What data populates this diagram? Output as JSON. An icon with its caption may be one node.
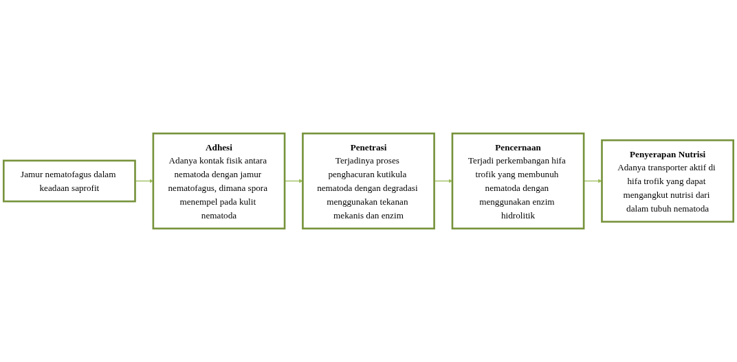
{
  "diagram": {
    "nodes": [
      {
        "text": [
          "Jamur nematofagus dalam keadaan saprofit"
        ]
      },
      {
        "text": [
          "Adhesi",
          "Adanya kontak fisik antara nematoda dengan jamur nematofagus, dimana spora menempel pada kulit nematoda"
        ]
      },
      {
        "text": [
          "Penetrasi",
          "Terjadinya proses penghacuran kutikula nematoda dengan degradasi menggunakan tekanan mekanis dan enzim"
        ]
      },
      {
        "text": [
          "Pencernaan",
          "Terjadi perkembangan hifa trofik yang membunuh nematoda dengan menggunakan enzim hidrolitik"
        ]
      },
      {
        "text": [
          "Penyerapan Nutrisi",
          "Adanya transporter aktif di hifa trofik yang dapat mengangkut nutrisi dari dalam tubuh nematoda"
        ]
      }
    ],
    "edges": [
      {
        "from": 0,
        "to": 1,
        "arrow": "to"
      },
      {
        "from": 1,
        "to": 2,
        "arrow": "to"
      },
      {
        "from": 2,
        "to": 3,
        "arrow": "to"
      },
      {
        "from": 3,
        "to": 4,
        "arrow": "to"
      }
    ]
  }
}
